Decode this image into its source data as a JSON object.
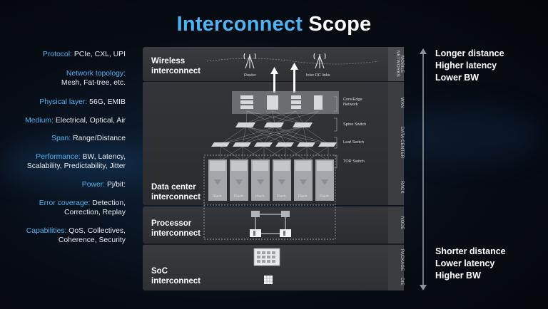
{
  "title": {
    "part1": "Interconnect",
    "part2": "Scope"
  },
  "attributes": [
    {
      "key": "Protocol:",
      "value": "PCIe, CXL, UPI"
    },
    {
      "key": "Network topology:",
      "value": "Mesh, Fat-tree, etc."
    },
    {
      "key": "Physical layer:",
      "value": "56G, EMIB"
    },
    {
      "key": "Medium:",
      "value": "Electrical, Optical, Air"
    },
    {
      "key": "Span:",
      "value": "Range/Distance"
    },
    {
      "key": "Performance:",
      "value": "BW, Latency,",
      "line2": "Scalability, Predictability, Jitter"
    },
    {
      "key": "Power:",
      "value": "Pj/bit:"
    },
    {
      "key": "Error coverage:",
      "value": "Detection,",
      "line2": "Correction, Replay"
    },
    {
      "key": "Capabilities:",
      "value": "QoS, Collectives,",
      "line2": "Coherence, Security"
    }
  ],
  "layers": {
    "wireless": {
      "line1": "Wireless",
      "line2": "interconnect"
    },
    "datacenter": {
      "line1": "Data center",
      "line2": "interconnect"
    },
    "processor": {
      "line1": "Processor",
      "line2": "interconnect"
    },
    "soc": {
      "line1": "SoC",
      "line2": "interconnect"
    }
  },
  "vertical_labels": {
    "mobile": "MOBILE NETWORKS",
    "wan": "WAN",
    "datacenter": "DATA CENTER",
    "rack": "RACK",
    "node": "NODE",
    "package": "PACKAGE",
    "die": "DIE"
  },
  "diagram_labels": {
    "router": "Router",
    "inter_dc": "Inter DC links",
    "core_edge_1": "Core/Edge",
    "core_edge_2": "Network",
    "spine": "Spine Switch",
    "leaf": "Leaf Switch",
    "tor": "TOR Switch",
    "rack": "Rack"
  },
  "metrics": {
    "top": [
      "Longer distance",
      "Higher latency",
      "Lower BW"
    ],
    "bottom": [
      "Shorter distance",
      "Lower latency",
      "Higher BW"
    ]
  },
  "colors": {
    "accent": "#4fb3f2",
    "background": "#070c14",
    "layer": "#333438"
  }
}
